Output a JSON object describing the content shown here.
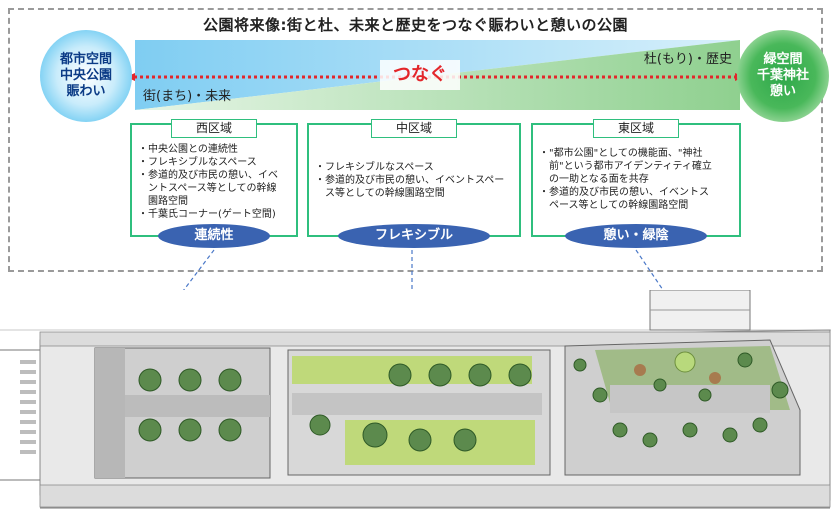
{
  "title": "公園将来像:街と杜、未来と歴史をつなぐ賑わいと憩いの公園",
  "band": {
    "center_label": "つなぐ",
    "right_label": "杜(もり)・歴史",
    "left_label": "街(まち)・未来",
    "colors": {
      "blue": "#9ed8f5",
      "green": "#b6e2b8",
      "arrow": "#e3262b"
    }
  },
  "left_circle": {
    "line1": "都市空間",
    "line2": "中央公園",
    "line3": "賑わい"
  },
  "right_circle": {
    "line1": "緑空間",
    "line2": "千葉神社",
    "line3": "憩い"
  },
  "districts": [
    {
      "heading": "西区域",
      "items": [
        "・中央公園との連続性",
        "・フレキシブルなスペース",
        "・参道的及び市民の憩い、イベ",
        "　ントスペース等としての幹線",
        "　園路空間",
        "・千葉氏コーナー(ゲート空間)"
      ],
      "keyword": "連続性"
    },
    {
      "heading": "中区域",
      "items": [
        "・フレキシブルなスペース",
        "・参道的及び市民の憩い、イベントスペー",
        "　ス等としての幹線園路空間"
      ],
      "keyword": "フレキシブル"
    },
    {
      "heading": "東区域",
      "items": [
        "・\"都市公園\"としての機能面、\"神社",
        "　前\"という都市アイデンティティ確立",
        "　の一助となる面を共存",
        "・参道的及び市民の憩い、イベントス",
        "　ペース等としての幹線園路空間"
      ],
      "keyword": "憩い・緑陰"
    }
  ],
  "colors": {
    "frame": "#9a9a9a",
    "district_border": "#2fbf7e",
    "pill": "#3a63b1"
  }
}
